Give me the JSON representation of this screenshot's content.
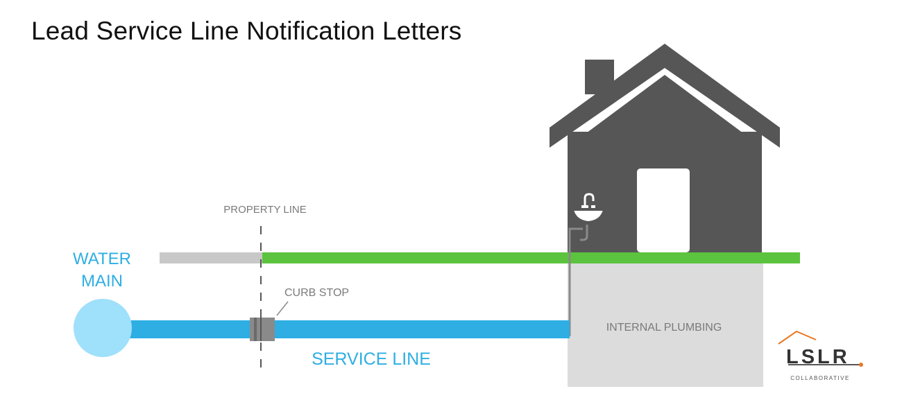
{
  "title": "Lead Service Line Notification Letters",
  "labels": {
    "water_main_line1": "WATER",
    "water_main_line2": "MAIN",
    "property_line": "PROPERTY LINE",
    "curb_stop": "CURB STOP",
    "service_line": "SERVICE LINE",
    "internal_plumbing": "INTERNAL PLUMBING"
  },
  "logo": {
    "name": "LSLR",
    "subtitle": "COLLABORATIVE"
  },
  "colors": {
    "service_line": "#2eaee3",
    "water_main": "#9fe0fb",
    "ground": "#5cc33f",
    "public_ground": "#c8c8c8",
    "house": "#565656",
    "basement": "#dcdcdc",
    "logo_accent": "#e87722",
    "label_blue": "#2eaee3",
    "label_gray": "#7a7a7a"
  }
}
